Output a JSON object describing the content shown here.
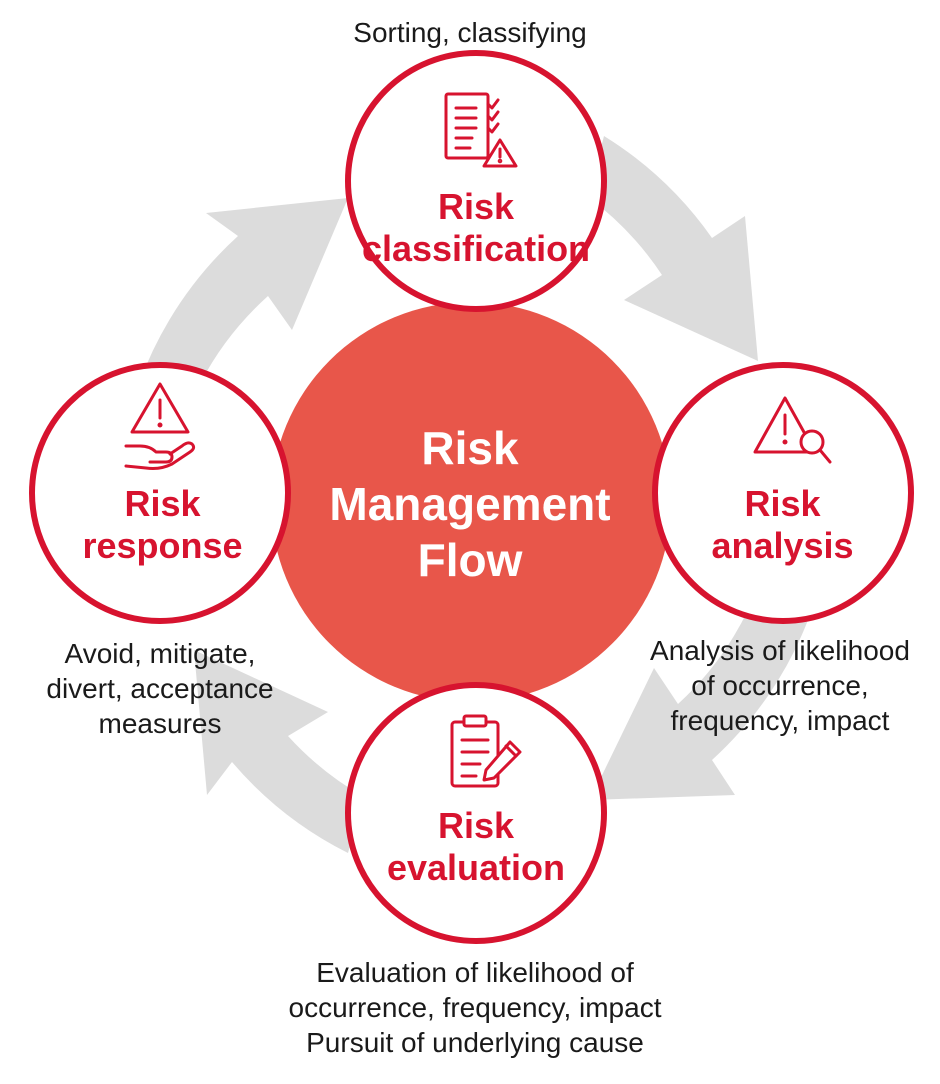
{
  "colors": {
    "accent_red": "#d7132f",
    "center_fill": "#e8564a",
    "cycle_arrow_grey": "#dcdcdc",
    "caption_text": "#1a1a1a"
  },
  "center": {
    "line1": "Risk",
    "line2": "Management",
    "line3": "Flow"
  },
  "nodes": {
    "classification": {
      "icon": "checklist-warning-icon",
      "line1": "Risk",
      "line2": "classification",
      "caption": {
        "line1": "Sorting, classifying"
      }
    },
    "analysis": {
      "icon": "warning-magnifier-icon",
      "line1": "Risk",
      "line2": "analysis",
      "caption": {
        "line1": "Analysis of likelihood",
        "line2": "of occurrence,",
        "line3": "frequency, impact"
      }
    },
    "evaluation": {
      "icon": "clipboard-pencil-icon",
      "line1": "Risk",
      "line2": "evaluation",
      "caption": {
        "line1": "Evaluation of likelihood of",
        "line2": "occurrence, frequency, impact",
        "line3": "Pursuit of underlying cause"
      }
    },
    "response": {
      "icon": "warning-hand-icon",
      "line1": "Risk",
      "line2": "response",
      "caption": {
        "line1": "Avoid, mitigate,",
        "line2": "divert, acceptance",
        "line3": "measures"
      }
    }
  }
}
